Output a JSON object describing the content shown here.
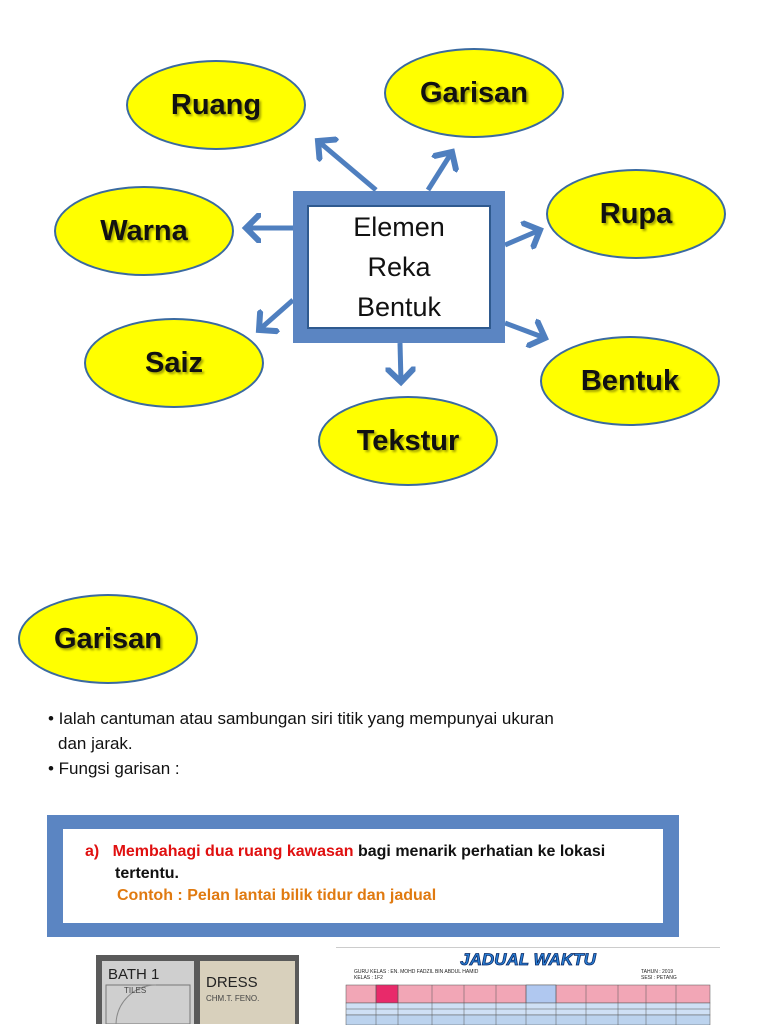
{
  "mindmap": {
    "center": [
      "Elemen",
      "Reka",
      "Bentuk"
    ],
    "nodes": {
      "ruang": "Ruang",
      "garisan": "Garisan",
      "warna": "Warna",
      "rupa": "Rupa",
      "saiz": "Saiz",
      "bentuk": "Bentuk",
      "tekstur": "Tekstur"
    }
  },
  "section": {
    "title": "Garisan",
    "bullets": [
      "• Ialah cantuman atau sambungan siri titik yang mempunyai ukuran",
      "dan jarak.",
      "• Fungsi garisan :"
    ]
  },
  "info": {
    "marker": "a)",
    "highlight": "Membahagi dua ruang kawasan",
    "rest": " bagi menarik perhatian ke lokasi",
    "rest2": "tertentu.",
    "example": "Contoh : Pelan lantai bilik tidur dan jadual"
  },
  "plan_image": {
    "room1": "BATH 1",
    "room1_sub": "TILES",
    "room2": "DRESS",
    "room2_sub": "CHM.T. FENO."
  },
  "timetable_image": {
    "title": "JADUAL WAKTU",
    "meta_left": [
      "GURU KELAS  :  EN. MOHD FADZIL BIN ABDUL HAMID",
      "KELAS  :  1F2"
    ],
    "meta_right": [
      "TAHUN : 2019",
      "SESI : PETANG"
    ]
  },
  "colors": {
    "oval_fill": "#ffff00",
    "frame_blue": "#5b85c2",
    "arrow_blue": "#4f7fbf",
    "highlight_red": "#e01010",
    "example_orange": "#e07a10"
  }
}
